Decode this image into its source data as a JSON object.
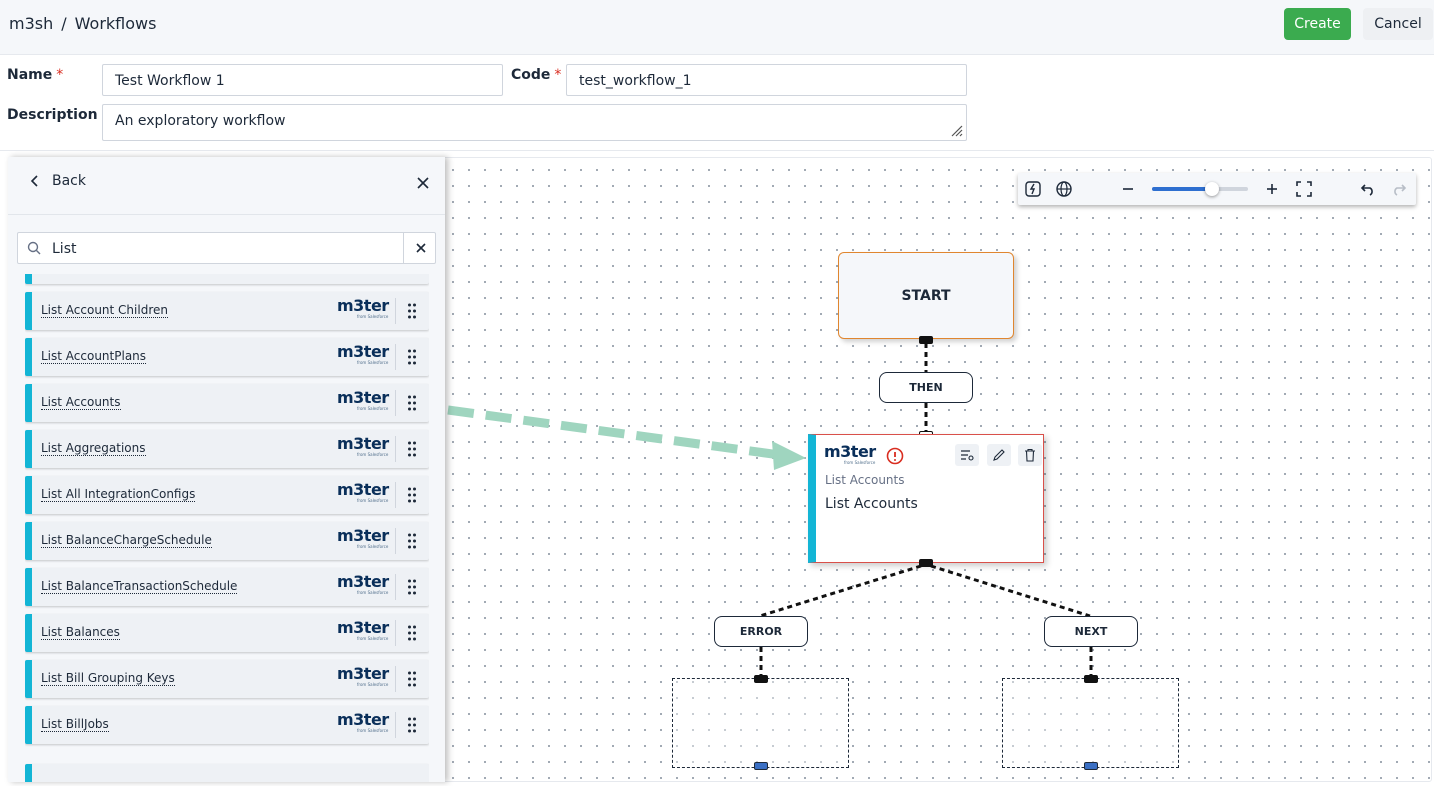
{
  "header": {
    "breadcrumb": [
      "m3sh",
      "/",
      "Workflows"
    ],
    "create_label": "Create",
    "cancel_label": "Cancel"
  },
  "form": {
    "name_label": "Name",
    "name_value": "Test Workflow 1",
    "code_label": "Code",
    "code_value": "test_workflow_1",
    "description_label": "Description",
    "description_value": "An exploratory workflow",
    "required_mark": "*"
  },
  "panel": {
    "back_label": "Back",
    "search_value": "List",
    "items": [
      {
        "label": "List Account Children",
        "logo": "m3ter"
      },
      {
        "label": "List AccountPlans",
        "logo": "m3ter"
      },
      {
        "label": "List Accounts",
        "logo": "m3ter"
      },
      {
        "label": "List Aggregations",
        "logo": "m3ter"
      },
      {
        "label": "List All IntegrationConfigs",
        "logo": "m3ter"
      },
      {
        "label": "List BalanceChargeSchedule",
        "logo": "m3ter"
      },
      {
        "label": "List BalanceTransactionSchedule",
        "logo": "m3ter"
      },
      {
        "label": "List Balances",
        "logo": "m3ter"
      },
      {
        "label": "List Bill Grouping Keys",
        "logo": "m3ter"
      },
      {
        "label": "List BillJobs",
        "logo": "m3ter"
      }
    ],
    "logo_text": "m3ter",
    "logo_subtext": "from Salesforce"
  },
  "toolbar": {
    "zoom_level": 0.62,
    "icons": [
      "function-icon",
      "globe-icon",
      "zoom-out-icon",
      "zoom-in-icon",
      "fit-screen-icon",
      "undo-icon",
      "redo-icon"
    ]
  },
  "workflow": {
    "start_label": "START",
    "then_label": "THEN",
    "error_label": "ERROR",
    "next_label": "NEXT",
    "action_subtitle": "List Accounts",
    "action_title": "List Accounts"
  },
  "colors": {
    "accent_green": "#3bab4f",
    "item_stripe": "#13b5d5",
    "start_border": "#e0862f",
    "error_red": "#d92d20",
    "drag_arrow": "#9fd5bf"
  }
}
